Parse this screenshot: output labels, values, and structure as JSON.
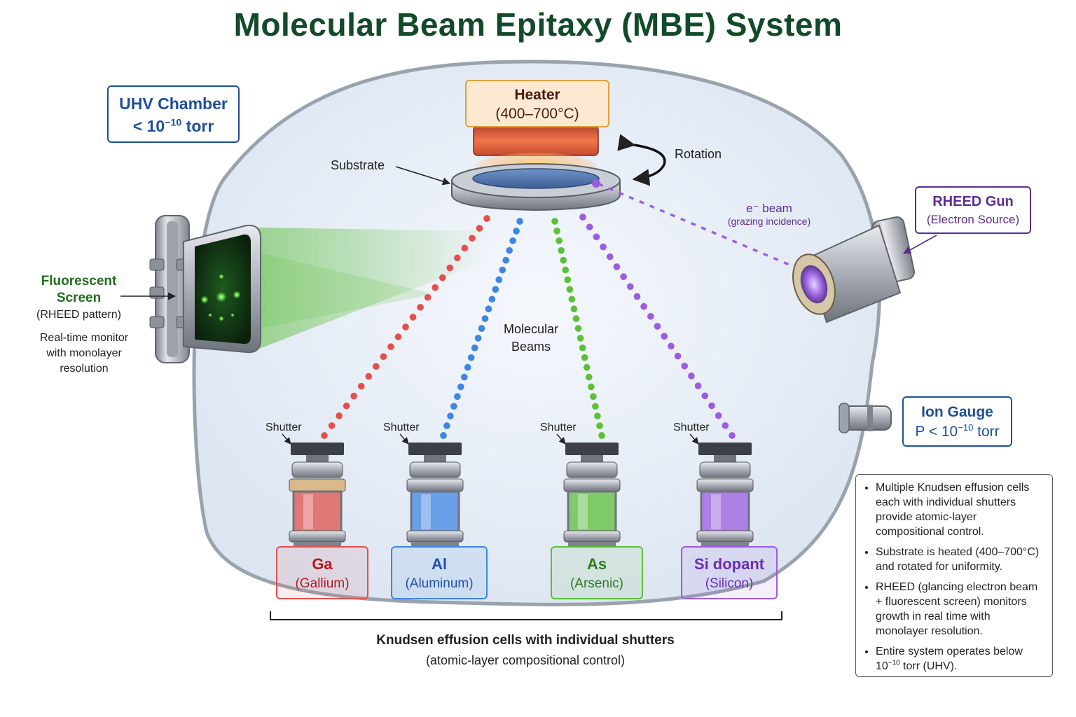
{
  "title": "Molecular Beam Epitaxy (MBE) System",
  "uhv_chamber": {
    "label": "UHV Chamber",
    "pressure_prefix": "< 10",
    "pressure_exp": "−10",
    "pressure_suffix": " torr"
  },
  "heater": {
    "label": "Heater",
    "temp": "(400–700°C)"
  },
  "substrate_label": "Substrate",
  "rotation_label": "Rotation",
  "ebeam": {
    "label": "e⁻ beam",
    "sub": "(grazing incidence)"
  },
  "rheed_gun": {
    "label": "RHEED Gun",
    "sub": "(Electron Source)"
  },
  "screen": {
    "line1": "Fluorescent",
    "line2": "Screen",
    "sub": "(RHEED pattern)",
    "desc1": "Real-time monitor",
    "desc2": "with monolayer",
    "desc3": "resolution"
  },
  "molecular_beams": {
    "line1": "Molecular",
    "line2": "Beams"
  },
  "ion_gauge": {
    "label": "Ion Gauge",
    "pressure_prefix": "P < 10",
    "pressure_exp": "−10",
    "pressure_suffix": " torr"
  },
  "shutter_label": "Shutter",
  "cells": [
    {
      "symbol": "Ga",
      "name": "(Gallium)",
      "color": "#e2504e",
      "text_color": "#b01c22"
    },
    {
      "symbol": "Al",
      "name": "(Aluminum)",
      "color": "#3f86e2",
      "text_color": "#1e4fae"
    },
    {
      "symbol": "As",
      "name": "(Arsenic)",
      "color": "#5cbf3a",
      "text_color": "#2e7a25"
    },
    {
      "symbol": "Si dopant",
      "name": "(Silicon)",
      "color": "#9a5ce0",
      "text_color": "#6a2db8"
    }
  ],
  "cells_caption": {
    "line1": "Knudsen effusion cells with individual shutters",
    "line2": "(atomic-layer compositional control)"
  },
  "notes": [
    "Multiple Knudsen effusion cells each with individual shutters provide atomic-layer compositional control.",
    "Substrate is heated (400–700°C) and rotated for uniformity.",
    "RHEED (glancing electron beam + fluorescent screen) monitors growth in real time with monolayer resolution.",
    "Entire system operates below"
  ],
  "notes_last_line": {
    "prefix": "10",
    "exp": "−10",
    "suffix": " torr (UHV)."
  },
  "colors": {
    "title": "#124a2a",
    "uhv": "#1d4f9c",
    "heater_fill": "#fde9d2",
    "heater_border": "#e0a13c",
    "rheed": "#5b2d91",
    "screen_text": "#236b1c"
  }
}
